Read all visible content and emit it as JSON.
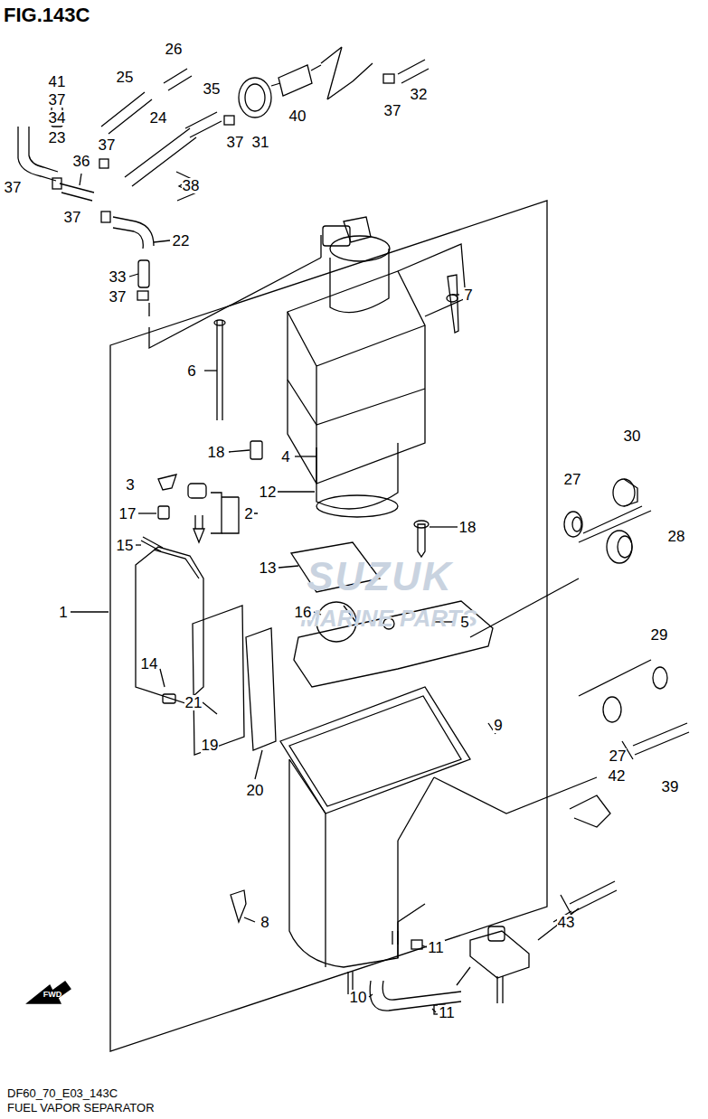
{
  "diagram": {
    "title": "FIG.143C",
    "caption": "FUEL VAPOR SEPARATOR",
    "labels": [
      "41",
      "37",
      "34",
      "23",
      "25",
      "26",
      "35",
      "24",
      "37",
      "36",
      "37",
      "37",
      "38",
      "37",
      "31",
      "40",
      "37",
      "32",
      "22",
      "33",
      "37",
      "7",
      "6",
      "18",
      "4",
      "12",
      "3",
      "2",
      "17",
      "15",
      "18",
      "13",
      "16",
      "5",
      "1",
      "14",
      "21",
      "19",
      "20",
      "30",
      "27",
      "28",
      "29",
      "27",
      "39",
      "42",
      "9",
      "43",
      "8",
      "11",
      "10",
      "11",
      "SUZUK",
      "MARINE PARTS",
      "FWD",
      "DF60_70_E03_143C"
    ]
  }
}
